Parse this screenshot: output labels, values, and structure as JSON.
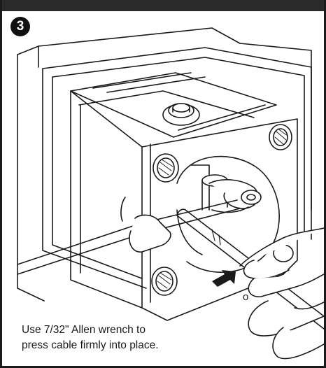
{
  "step": {
    "number": "3"
  },
  "caption": {
    "line1": "Use 7/32\" Allen wrench to",
    "line2": "press cable firmly into place."
  },
  "callout": {
    "label": "o"
  },
  "icons": [
    "step-number-badge",
    "push-direction-arrow-icon"
  ],
  "colors": {
    "line": "#1a1a1a",
    "background": "#ffffff",
    "badge": "#111111",
    "bar": "#2a2a2a"
  }
}
